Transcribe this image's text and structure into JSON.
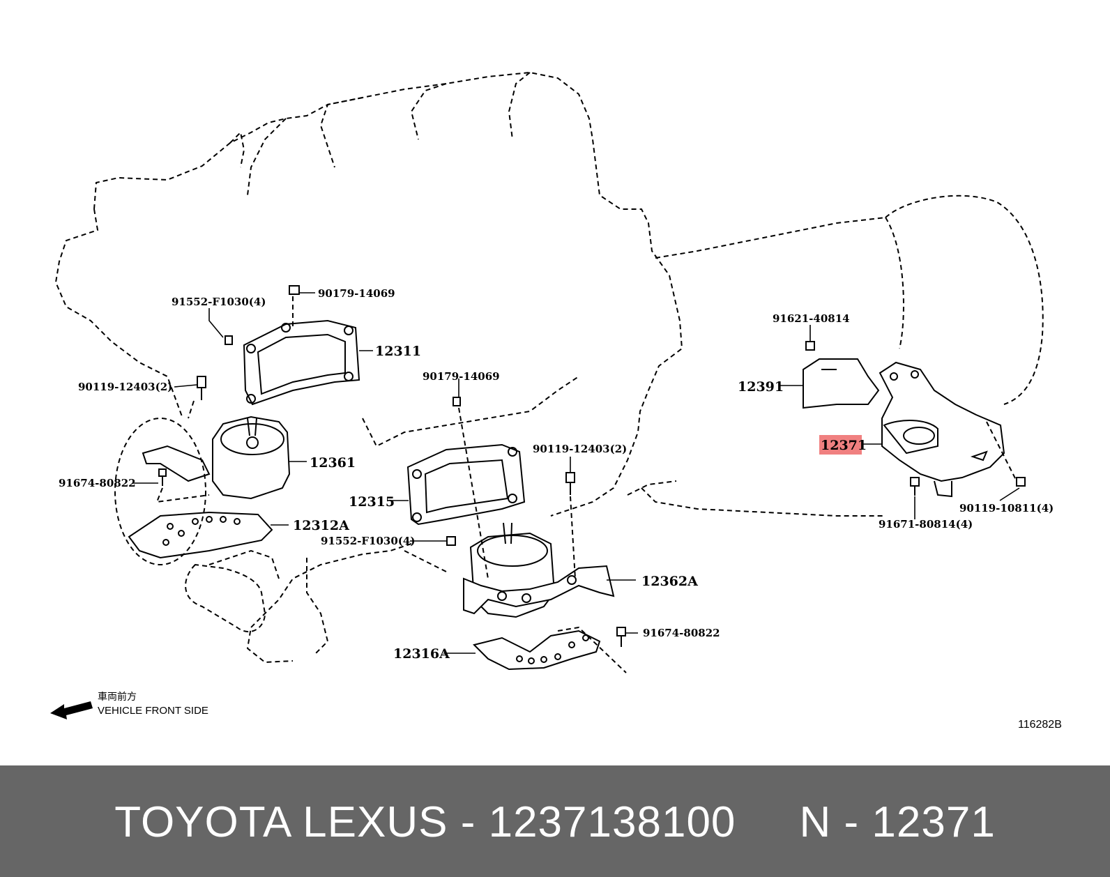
{
  "diagram": {
    "callouts": {
      "p1": "91552-F1030(4)",
      "p2": "90179-14069",
      "p3": "12311",
      "p4": "90119-12403(2)",
      "p5": "12361",
      "p6": "91674-80822",
      "p7": "12312A",
      "p8": "90179-14069",
      "p9": "12315",
      "p10": "90119-12403(2)",
      "p11": "91552-F1030(4)",
      "p12": "12362A",
      "p13": "91674-80822",
      "p14": "12316A",
      "p15": "91621-40814",
      "p16": "12391",
      "p17": "12371",
      "p18": "91671-80814(4)",
      "p19": "90119-10811(4)"
    },
    "front_side_jp": "車両前方",
    "front_side_en": "VEHICLE FRONT SIDE",
    "diagram_code": "116282B",
    "highlight_color": "#f08080"
  },
  "footer": {
    "text": "TOYOTA LEXUS - 1237138100     N - 12371",
    "background": "#666666",
    "text_color": "#ffffff"
  }
}
